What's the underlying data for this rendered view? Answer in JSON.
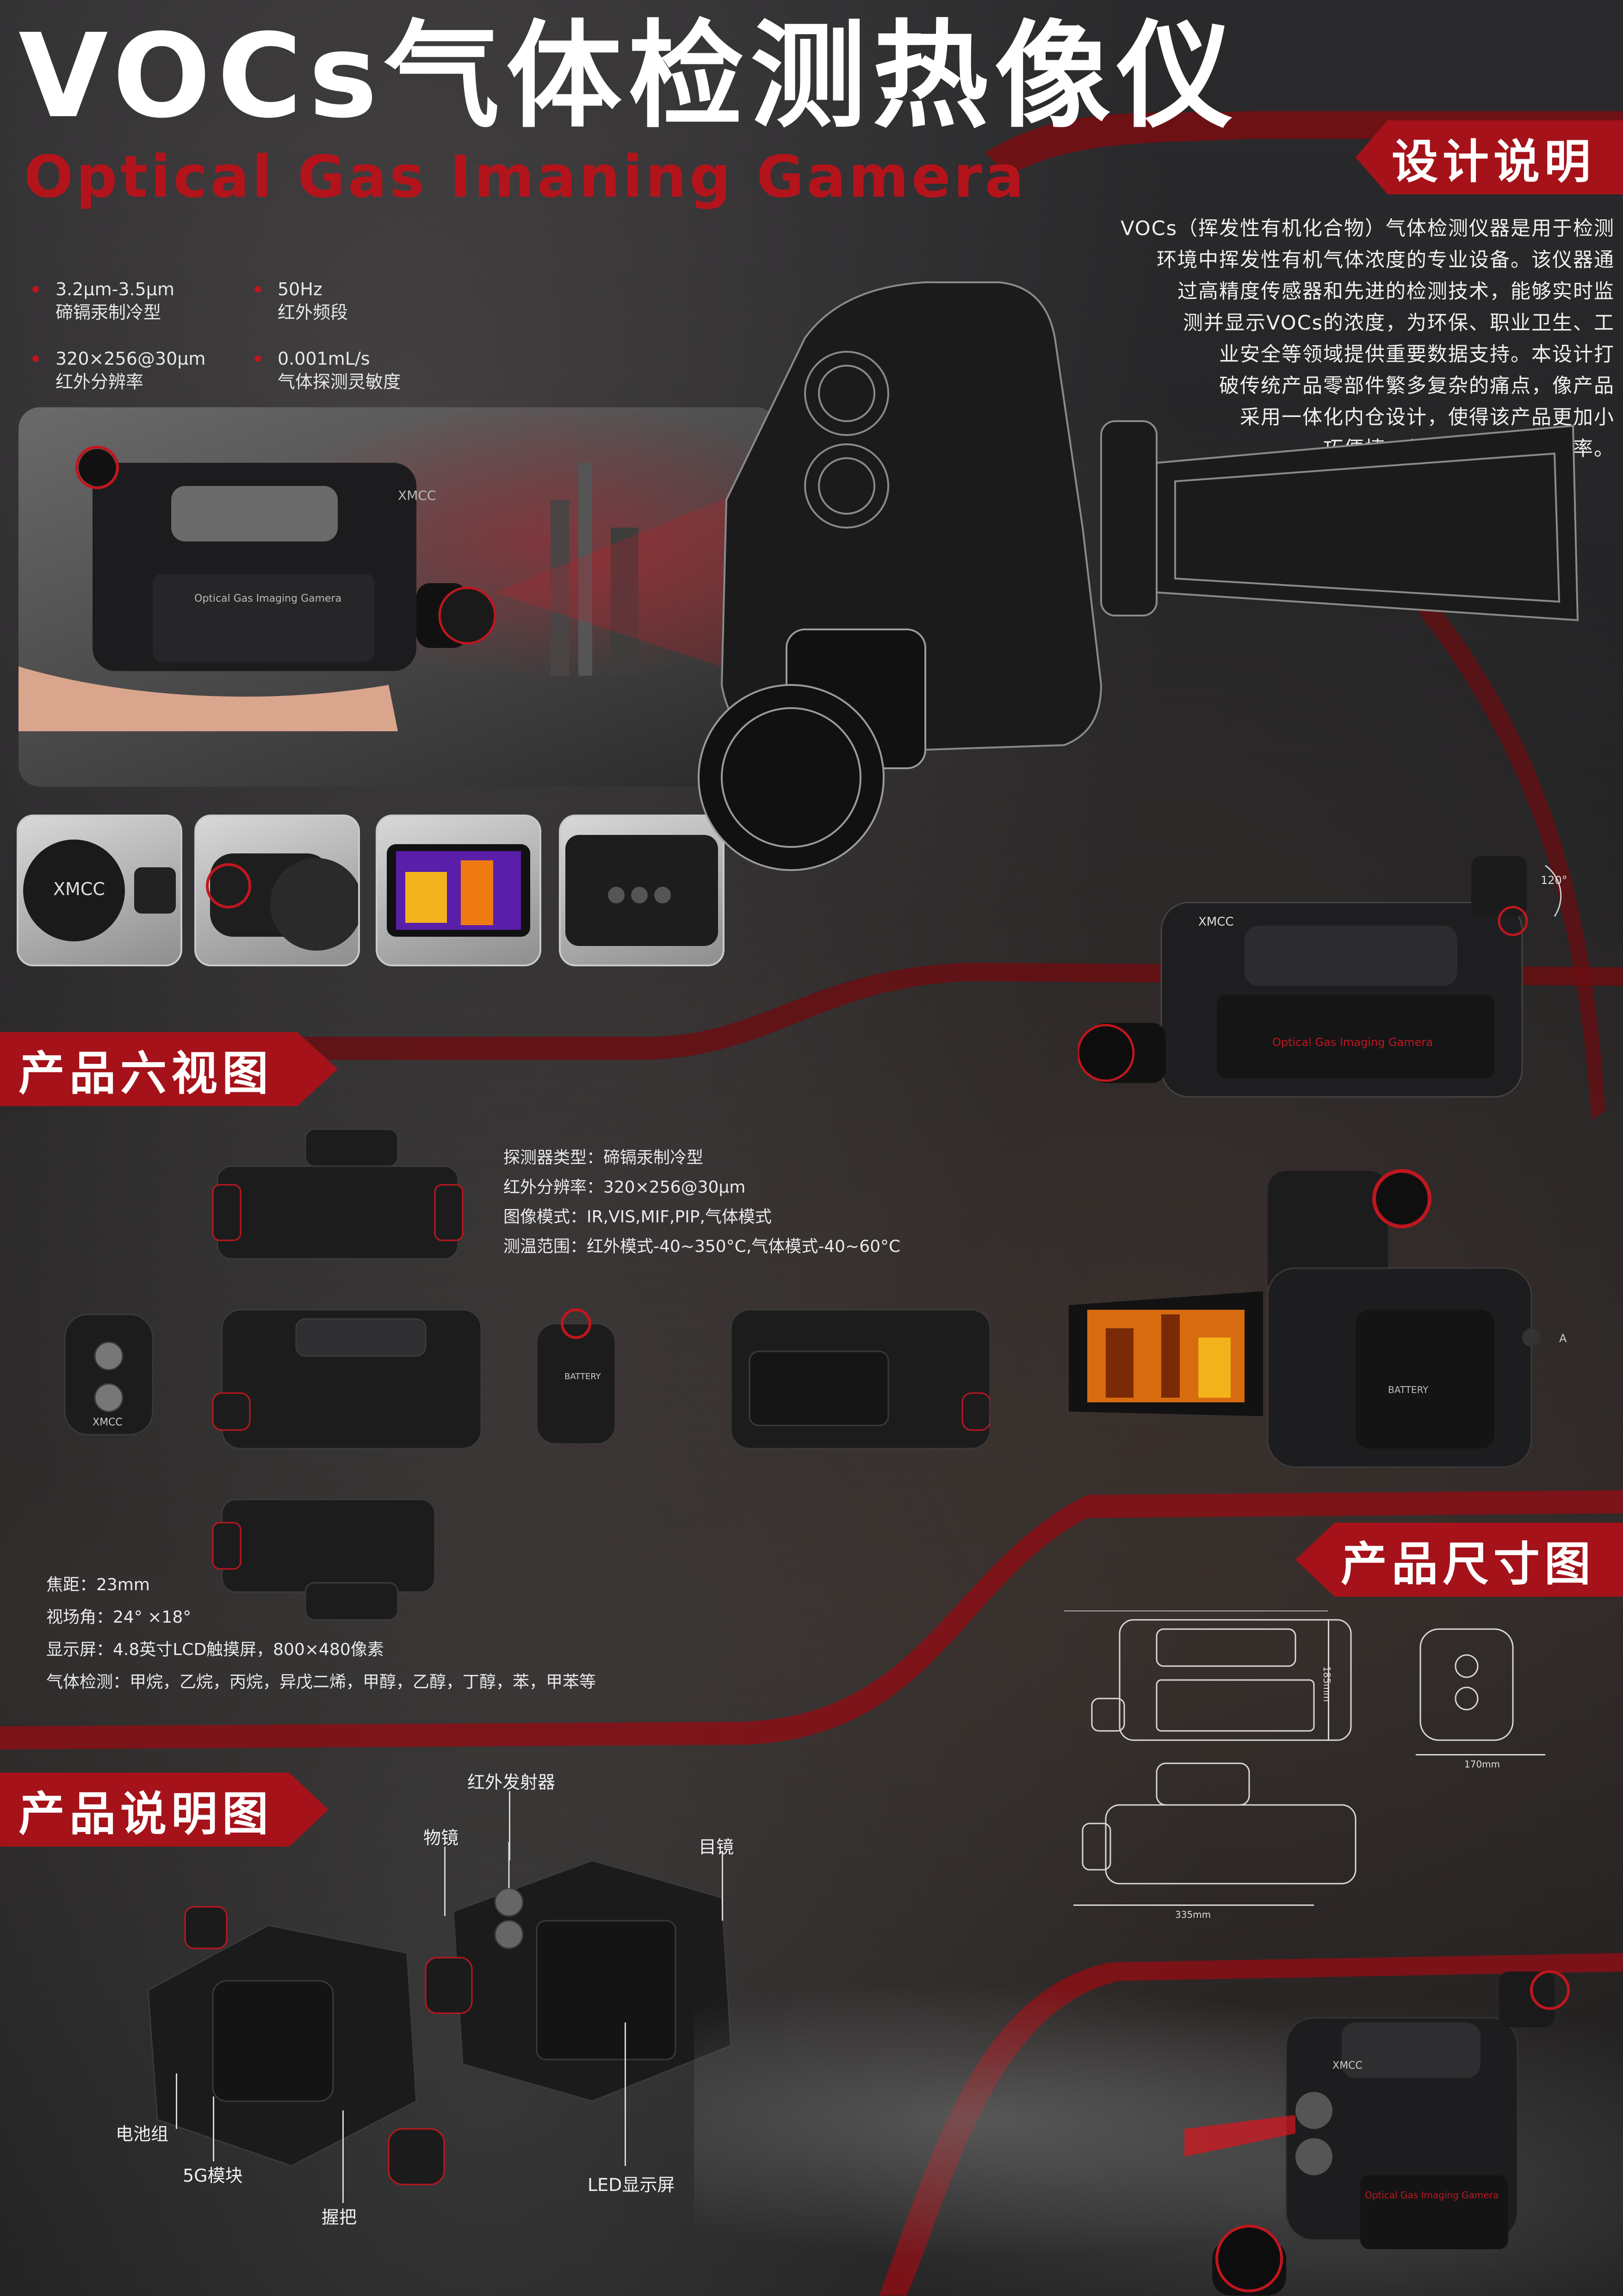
{
  "header": {
    "title": "VOCs气体检测热像仪",
    "subtitle": "Optical Gas Imaning Gamera"
  },
  "design": {
    "heading": "设计说明",
    "lines": [
      "VOCs（挥发性有机化合物）气体检测仪器是用于检测",
      "环境中挥发性有机气体浓度的专业设备。该仪器通",
      "过高精度传感器和先进的检测技术，能够实时监",
      "测并显示VOCs的浓度，为环保、职业卫生、工",
      "业安全等领域提供重要数据支持。本设计打",
      "破传统产品零部件繁多复杂的痛点，像产品",
      "采用一体化内仓设计，使得该产品更加小",
      "巧便捷，优化使用体验何效率。"
    ]
  },
  "specs": [
    {
      "value": "3.2μm-3.5μm",
      "label": "碲镉汞制冷型"
    },
    {
      "value": "50Hz",
      "label": "红外频段"
    },
    {
      "value": "320×256@30μm",
      "label": "红外分辨率"
    },
    {
      "value": "0.001mL/s",
      "label": "气体探测灵敏度"
    }
  ],
  "camera_labels": {
    "brand_mark": "XMCC",
    "panel_text": "Optical Gas Imaging Gamera",
    "battery_label": "BATTERY",
    "button_a": "A",
    "rotation": "120°"
  },
  "six_views": {
    "heading": "产品六视图",
    "params_right": [
      "探测器类型：碲镉汞制冷型",
      "红外分辨率：320×256@30μm",
      "图像模式：IR,VIS,MIF,PIP,气体模式",
      "测温范围：红外模式-40~350°C,气体模式-40~60°C"
    ],
    "params_left": [
      "焦距：23mm",
      "视场角：24° ×18°",
      "显示屏：4.8英寸LCD触摸屏，800×480像素",
      "气体检测：甲烷，乙烷，丙烷，异戊二烯，甲醇，乙醇，丁醇，苯，甲苯等"
    ]
  },
  "dimensions": {
    "heading": "产品尺寸图",
    "height": "185mm",
    "width": "170mm",
    "length": "335mm"
  },
  "explain": {
    "heading": "产品说明图",
    "labels": {
      "ir_emitter": "红外发射器",
      "objective": "物镜",
      "eyepiece": "目镜",
      "battery": "电池组",
      "module_5g": "5G模块",
      "grip": "握把",
      "led_screen": "LED显示屏"
    }
  },
  "colors": {
    "accent": "#a51219",
    "background": "#1f1f21",
    "text": "#ffffff"
  }
}
